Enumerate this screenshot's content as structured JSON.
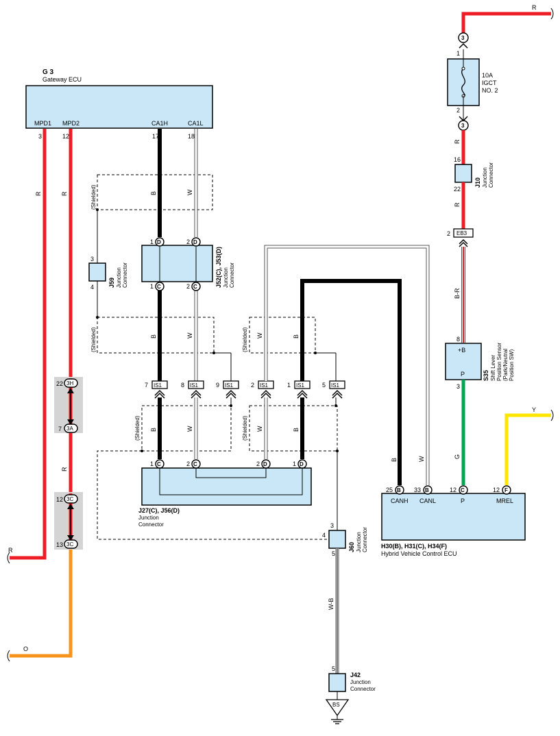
{
  "gateway": {
    "id": "G 3",
    "name": "Gateway ECU",
    "pins": [
      {
        "label": "MPD1",
        "num": "3"
      },
      {
        "label": "MPD2",
        "num": "12"
      },
      {
        "label": "CA1H",
        "num": "17"
      },
      {
        "label": "CA1L",
        "num": "18"
      }
    ]
  },
  "fuse": {
    "rating": "10A",
    "name1": "IGCT",
    "name2": "NO. 2",
    "pin_top": "1",
    "pin_bottom": "2"
  },
  "j10": {
    "id": "J10",
    "name1": "Junction",
    "name2": "Connector",
    "pin_top": "16",
    "pin_bottom": "22"
  },
  "j59": {
    "id": "J59",
    "name1": "Junction",
    "name2": "Connector",
    "pin_top": "3",
    "pin_bottom": "4"
  },
  "j52": {
    "id": "J52(C), J53(D)",
    "name1": "Junction",
    "name2": "Connector"
  },
  "j27": {
    "id": "J27(C), J56(D)",
    "name1": "Junction",
    "name2": "Connector"
  },
  "j60": {
    "id": "J60",
    "name1": "Junction",
    "name2": "Connector",
    "pin_top": "3",
    "pin_left": "4",
    "pin_bottom": "5"
  },
  "j42": {
    "id": "J42",
    "name1": "Junction",
    "name2": "Connector",
    "pin": "5"
  },
  "s35": {
    "id": "S35",
    "name1": "Shift Lever",
    "name2": "Position Sensor",
    "name3": "(Park/Neutral",
    "name4": "Position SW)",
    "pin_top_label": "+B",
    "pin_top": "8",
    "pin_bottom_label": "P",
    "pin_bottom": "3"
  },
  "hv_ecu": {
    "id": "H30(B), H31(C), H34(F)",
    "name": "Hybrid Vehicle Control ECU",
    "pins": [
      {
        "label": "CANH",
        "num": "25",
        "conn": "B"
      },
      {
        "label": "CANL",
        "num": "33",
        "conn": "B"
      },
      {
        "label": "P",
        "num": "12",
        "conn": "C"
      },
      {
        "label": "MREL",
        "num": "12",
        "conn": "F"
      }
    ]
  },
  "eb3": {
    "label": "EB3",
    "pin": "2"
  },
  "ground": {
    "label": "BS"
  },
  "is1": {
    "label": "IS1",
    "pins": [
      "7",
      "8",
      "9",
      "2",
      "1",
      "5"
    ]
  },
  "inline_connectors": [
    {
      "label": "3H",
      "num": "22"
    },
    {
      "label": "3A",
      "num": "7"
    },
    {
      "label": "3C",
      "num": "12"
    },
    {
      "label": "3C",
      "num": "13"
    }
  ],
  "wire_colors": {
    "red": "R",
    "black": "B",
    "white": "W",
    "orange": "O",
    "green": "G",
    "yellow": "Y",
    "br": "B-R",
    "wb": "W-B"
  },
  "shielded": "(Shielded)",
  "conn_letters": {
    "C": "C",
    "D": "D",
    "fuse_in": "3",
    "fuse_out": "3"
  },
  "pin_nums": {
    "one": "1",
    "two": "2"
  }
}
